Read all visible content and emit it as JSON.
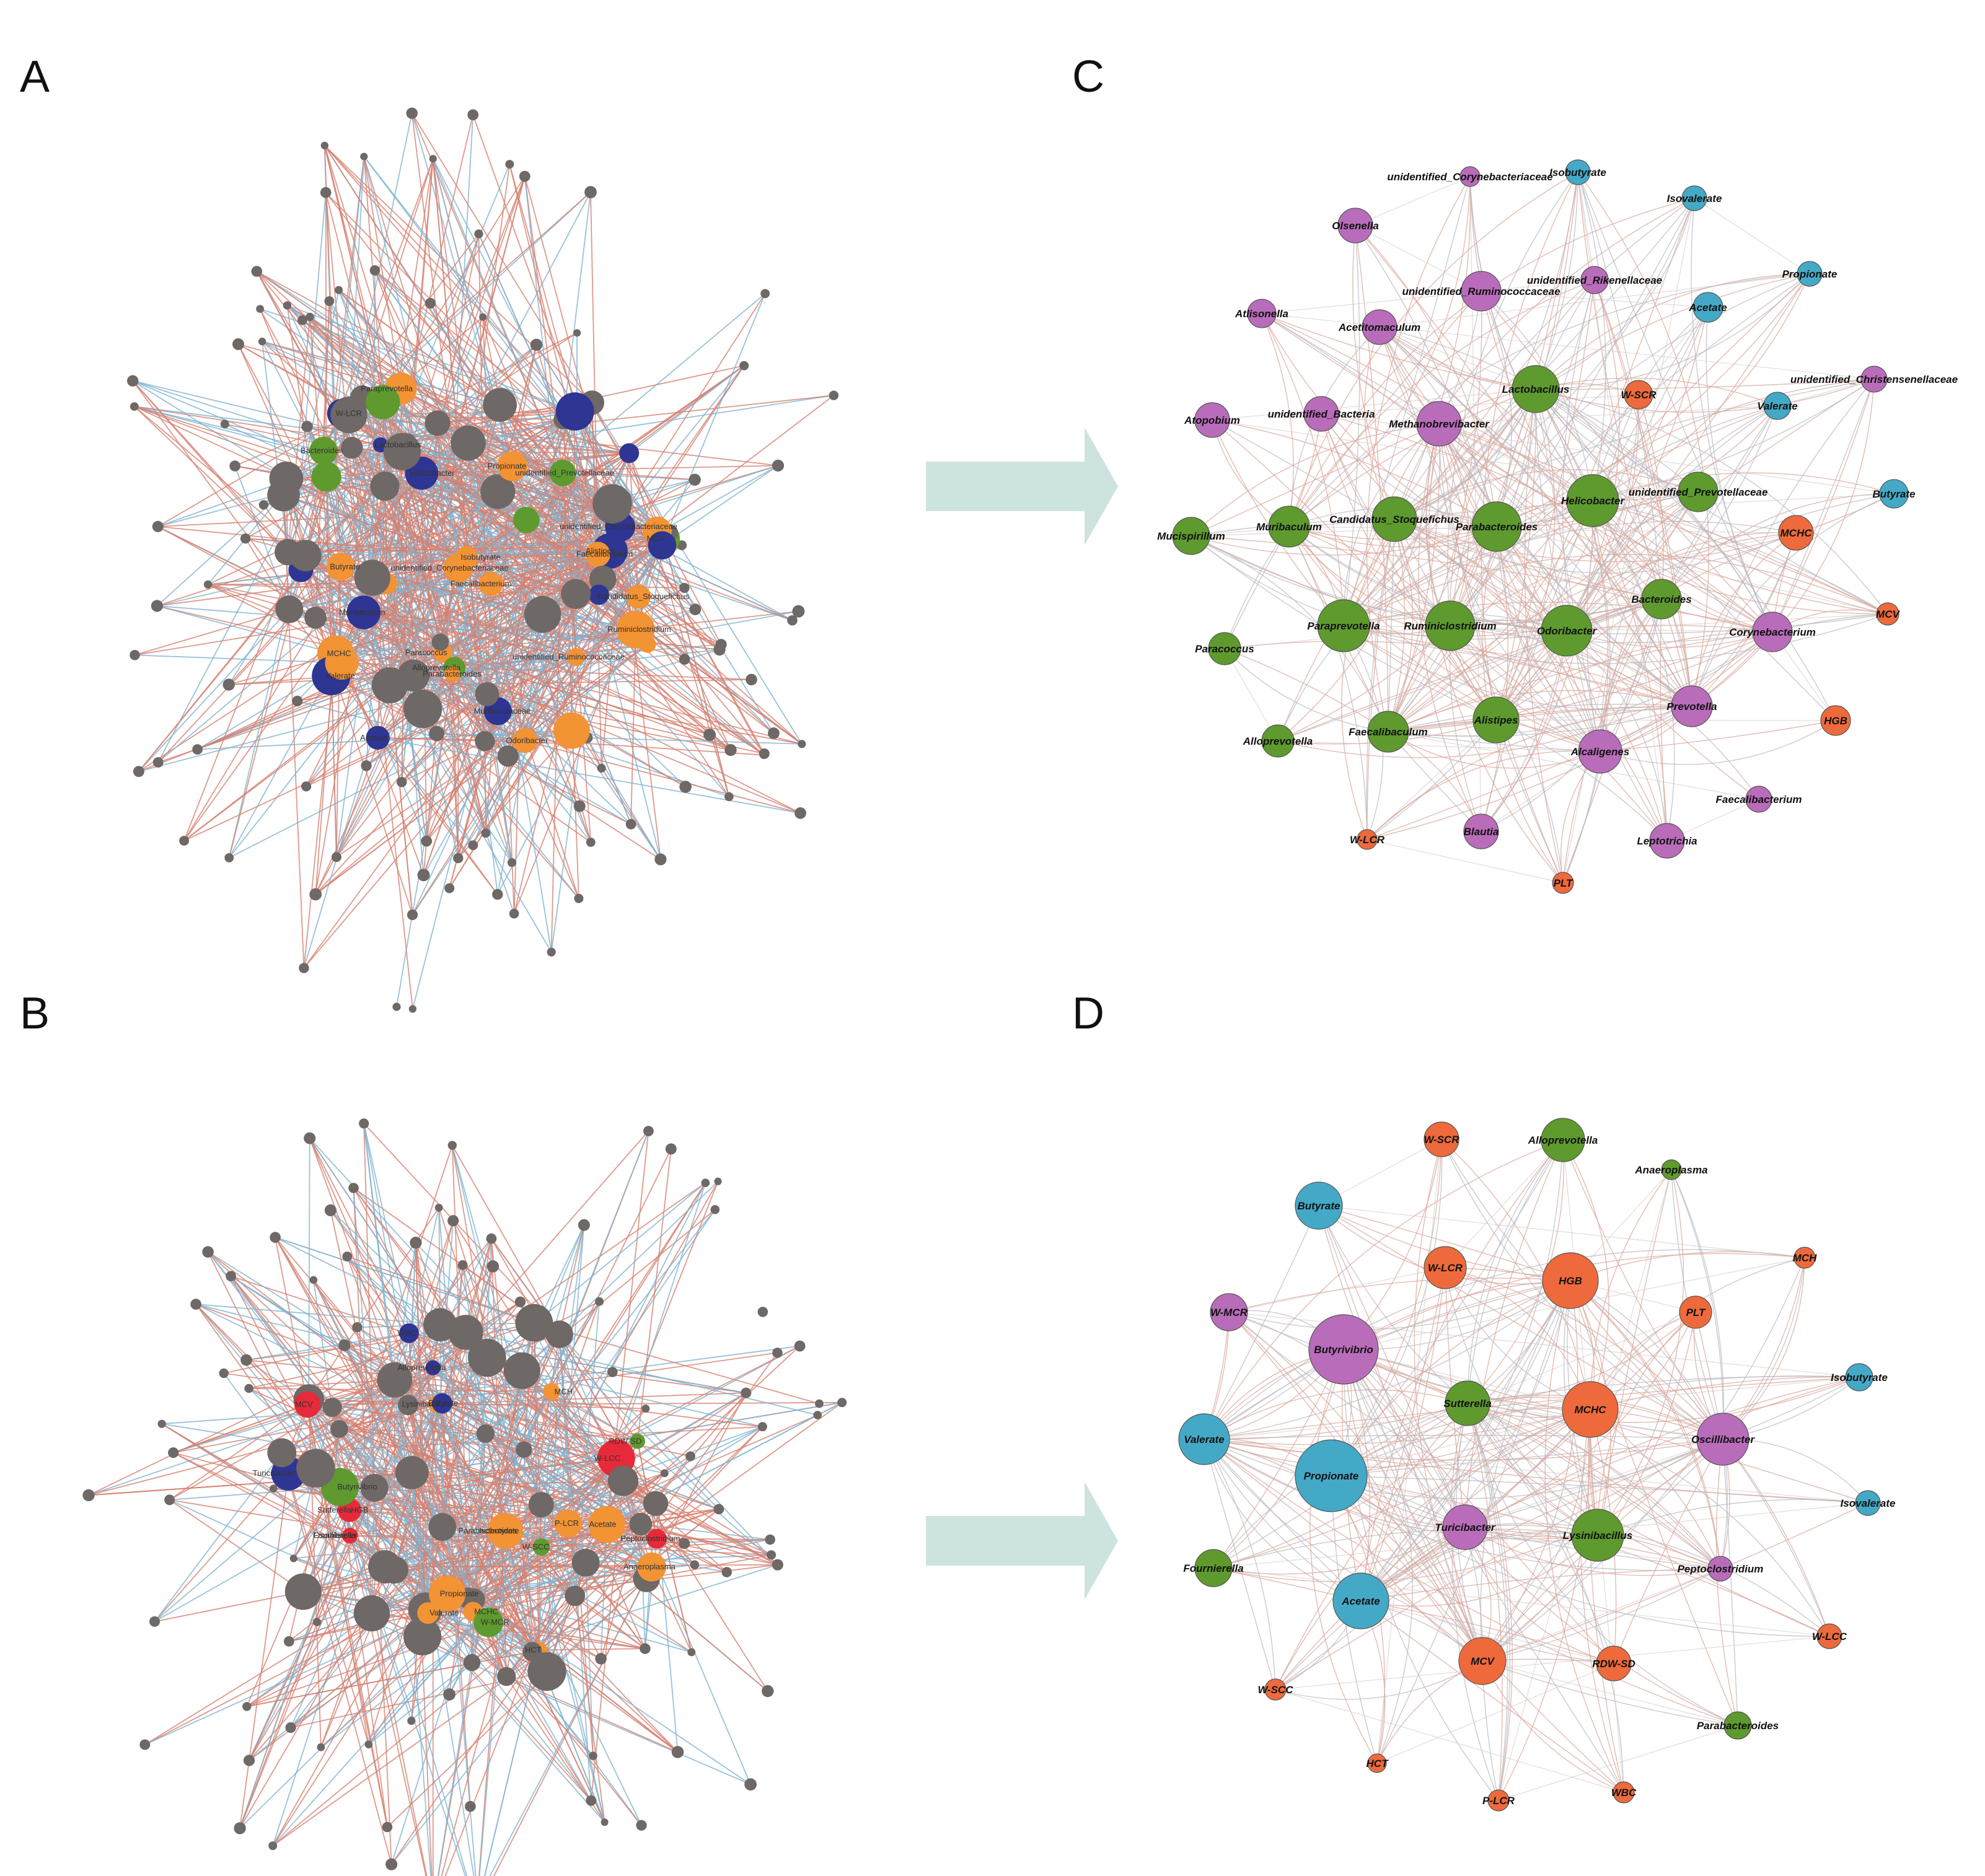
{
  "colors": {
    "gray": "#6e6866",
    "green": "#5e9a2e",
    "navy": "#2f3592",
    "red": "#e62a3a",
    "orange_a": "#f29334",
    "purple": "#b96cba",
    "orange_c": "#ee6a3c",
    "cyan": "#44a9c6",
    "edge_pos": "#d6806f",
    "edge_neg": "#7fb3cf",
    "edge_c": "#c8a89c",
    "arrow": "#cde3e0"
  },
  "panels": {
    "A": {
      "letter": "A",
      "labels": [
        "MCHC",
        "MCV",
        "W-LCR",
        "Faecalibacterium",
        "Muribaculum",
        "Paracoccus",
        "Alistipes",
        "Paraprevotella",
        "unidentified_Prevotellaceae",
        "Alloprevotella",
        "Helicobacter",
        "Ruminiclostridium",
        "Bacteroides",
        "unidentified_Corynebacteriaceae",
        "unidentified_Corynebacteriaceae",
        "Butyrate",
        "Propionate",
        "Valerate",
        "Acetate",
        "Isobutyrate",
        "Candidatus_Stoquefichus",
        "Odoribacter",
        "Faecalibaculum",
        "Lactobacillus",
        "Muribaculaceae",
        "unidentified_Ruminococcaceae",
        "Parabacteroides"
      ]
    },
    "B": {
      "letter": "B",
      "labels": [
        "Parabacteroides",
        "Fournierella",
        "Sutterella",
        "Lysinibacillus",
        "MCHC",
        "MCV",
        "Butyrivibrio",
        "Turicibacter",
        "Anaeroplasma",
        "Alloprevotella",
        "HCT",
        "Peptoclostridium",
        "W-SCC",
        "WBC",
        "MCH",
        "P-LCR",
        "W-LCC",
        "RDW-SD",
        "W-MCR",
        "Acetate",
        "Propionate",
        "Valerate",
        "Butyrate",
        "Isobutyrate",
        "Oscillibacter",
        "HGB"
      ]
    },
    "C": {
      "letter": "C",
      "nodes": [
        {
          "label": "unidentified_Corynebacteriaceae",
          "group": "purple"
        },
        {
          "label": "Isobutyrate",
          "group": "cyan"
        },
        {
          "label": "Isovalerate",
          "group": "cyan"
        },
        {
          "label": "Olsenella",
          "group": "purple"
        },
        {
          "label": "unidentified_Rikenellaceae",
          "group": "purple"
        },
        {
          "label": "Propionate",
          "group": "cyan"
        },
        {
          "label": "unidentified_Ruminococcaceae",
          "group": "purple"
        },
        {
          "label": "Atlisonella",
          "group": "purple"
        },
        {
          "label": "Acetitomaculum",
          "group": "purple"
        },
        {
          "label": "Acetate",
          "group": "cyan"
        },
        {
          "label": "unidentified_Christensenellaceae",
          "group": "purple"
        },
        {
          "label": "Lactobacillus",
          "group": "green"
        },
        {
          "label": "W-SCR",
          "group": "orange"
        },
        {
          "label": "Valerate",
          "group": "cyan"
        },
        {
          "label": "Atopobium",
          "group": "purple"
        },
        {
          "label": "unidentified_Bacteria",
          "group": "purple"
        },
        {
          "label": "Methanobrevibacter",
          "group": "purple"
        },
        {
          "label": "unidentified_Prevotellaceae",
          "group": "green"
        },
        {
          "label": "Butyrate",
          "group": "cyan"
        },
        {
          "label": "Helicobacter",
          "group": "green"
        },
        {
          "label": "Mucispirillum",
          "group": "green"
        },
        {
          "label": "Muribaculum",
          "group": "green"
        },
        {
          "label": "Candidatus_Stoquefichus",
          "group": "green"
        },
        {
          "label": "Parabacteroides",
          "group": "green"
        },
        {
          "label": "MCHC",
          "group": "orange"
        },
        {
          "label": "Bacteroides",
          "group": "green"
        },
        {
          "label": "MCV",
          "group": "orange"
        },
        {
          "label": "Paraprevotella",
          "group": "green"
        },
        {
          "label": "Ruminiclostridium",
          "group": "green"
        },
        {
          "label": "Odoribacter",
          "group": "green"
        },
        {
          "label": "Corynebacterium",
          "group": "purple"
        },
        {
          "label": "Paracoccus",
          "group": "green"
        },
        {
          "label": "Prevotella",
          "group": "purple"
        },
        {
          "label": "HGB",
          "group": "orange"
        },
        {
          "label": "Alloprevotella",
          "group": "green"
        },
        {
          "label": "Faecalibaculum",
          "group": "green"
        },
        {
          "label": "Alistipes",
          "group": "green"
        },
        {
          "label": "Alcaligenes",
          "group": "purple"
        },
        {
          "label": "Faecalibacterium",
          "group": "purple"
        },
        {
          "label": "W-LCR",
          "group": "orange"
        },
        {
          "label": "Blautia",
          "group": "purple"
        },
        {
          "label": "Leptotrichia",
          "group": "purple"
        },
        {
          "label": "PLT",
          "group": "orange"
        }
      ]
    },
    "D": {
      "letter": "D",
      "nodes": [
        {
          "label": "W-SCR",
          "group": "orange"
        },
        {
          "label": "Alloprevotella",
          "group": "green"
        },
        {
          "label": "Anaeroplasma",
          "group": "green"
        },
        {
          "label": "Butyrate",
          "group": "cyan"
        },
        {
          "label": "W-LCR",
          "group": "orange"
        },
        {
          "label": "HGB",
          "group": "orange"
        },
        {
          "label": "MCH",
          "group": "orange"
        },
        {
          "label": "W-MCR",
          "group": "purple"
        },
        {
          "label": "PLT",
          "group": "orange"
        },
        {
          "label": "Butyrivibrio",
          "group": "purple"
        },
        {
          "label": "Isobutyrate",
          "group": "cyan"
        },
        {
          "label": "Sutterella",
          "group": "green"
        },
        {
          "label": "MCHC",
          "group": "orange"
        },
        {
          "label": "Valerate",
          "group": "cyan"
        },
        {
          "label": "Oscillibacter",
          "group": "purple"
        },
        {
          "label": "Propionate",
          "group": "cyan"
        },
        {
          "label": "Isovalerate",
          "group": "cyan"
        },
        {
          "label": "Turicibacter",
          "group": "purple"
        },
        {
          "label": "Lysinibacillus",
          "group": "green"
        },
        {
          "label": "Fournierella",
          "group": "green"
        },
        {
          "label": "Peptoclostridium",
          "group": "purple"
        },
        {
          "label": "Acetate",
          "group": "cyan"
        },
        {
          "label": "W-LCC",
          "group": "orange"
        },
        {
          "label": "MCV",
          "group": "orange"
        },
        {
          "label": "RDW-SD",
          "group": "orange"
        },
        {
          "label": "W-SCC",
          "group": "orange"
        },
        {
          "label": "Parabacteroides",
          "group": "green"
        },
        {
          "label": "HCT",
          "group": "orange"
        },
        {
          "label": "WBC",
          "group": "orange"
        },
        {
          "label": "P-LCR",
          "group": "orange"
        }
      ]
    }
  }
}
